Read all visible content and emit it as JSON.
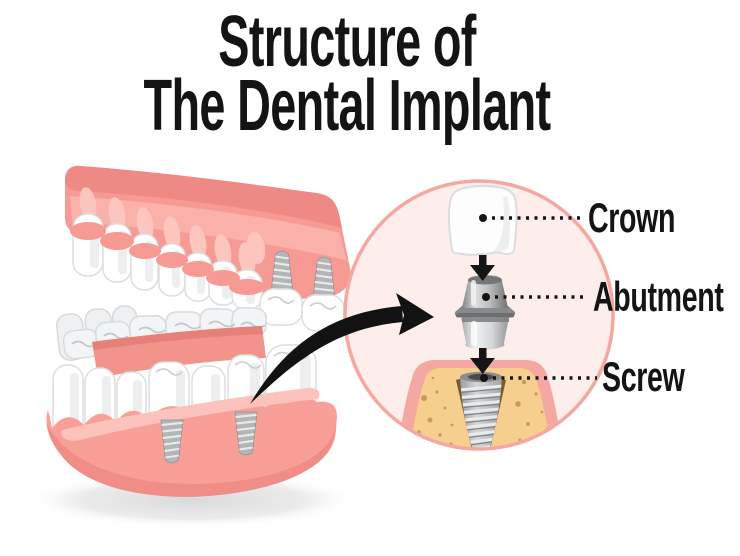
{
  "title": {
    "line1": "Structure of",
    "line2": "The Dental Implant"
  },
  "labels": [
    {
      "id": "crown",
      "text": "Crown"
    },
    {
      "id": "abutment",
      "text": "Abutment"
    },
    {
      "id": "screw",
      "text": "Screw"
    }
  ],
  "illustration": {
    "left_icon": "jaw-with-implants-illustration",
    "pointer_icon": "curved-arrow-icon",
    "magnified_icon": "implant-structure-magnified-circle",
    "parts_top_to_bottom": [
      "Crown",
      "Abutment",
      "Screw"
    ]
  },
  "colors": {
    "background": "#ffffff",
    "text": "#141414",
    "gum_pink": "#f79a93",
    "gum_dark": "#ee8a83",
    "gum_light": "#fcc6bf",
    "tooth_white": "#ffffff",
    "metal_gray": "#b7b9bb",
    "bone_tan": "#f6cf8e",
    "bone_speckle": "#c89961",
    "circle_fill": "#fdedeb",
    "circle_stroke": "#f4a8a2"
  }
}
